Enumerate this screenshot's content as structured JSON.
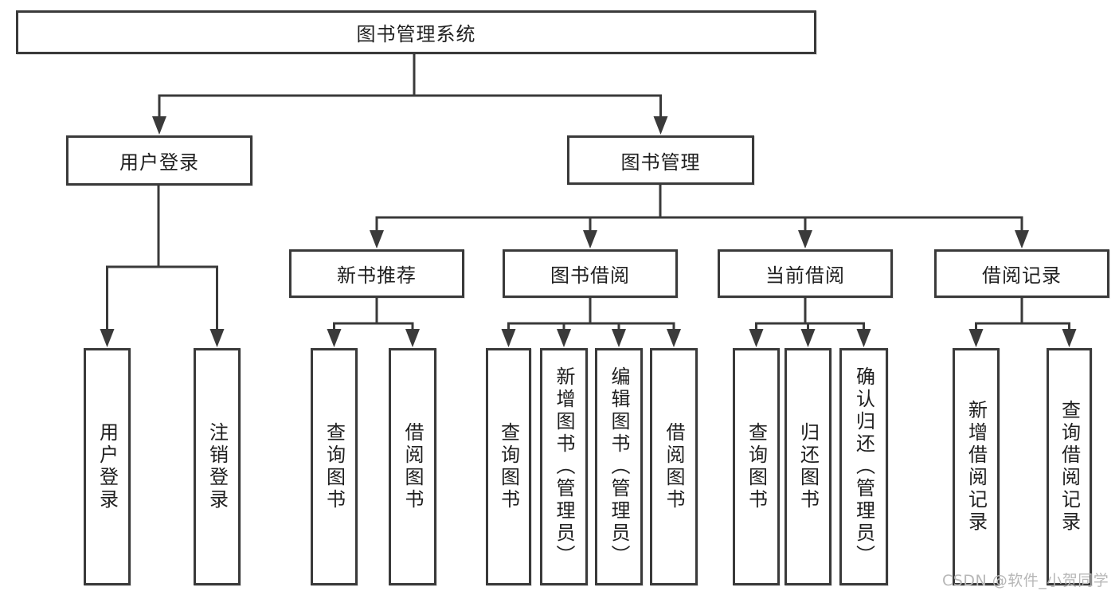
{
  "diagram_title": "图书管理系统",
  "nodes": [
    {
      "id": "system",
      "label": "图书管理系统",
      "level": 1,
      "orientation": "h"
    },
    {
      "id": "login-group",
      "label": "用户登录",
      "level": 2,
      "orientation": "h"
    },
    {
      "id": "book-management",
      "label": "图书管理",
      "level": 2,
      "orientation": "h"
    },
    {
      "id": "new-book-rec",
      "label": "新书推荐",
      "level": 3,
      "orientation": "h"
    },
    {
      "id": "book-borrowing",
      "label": "图书借阅",
      "level": 3,
      "orientation": "h"
    },
    {
      "id": "current-borrowing",
      "label": "当前借阅",
      "level": 3,
      "orientation": "h"
    },
    {
      "id": "borrowing-records",
      "label": "借阅记录",
      "level": 3,
      "orientation": "h"
    },
    {
      "id": "user-login",
      "label": "用户登录",
      "level": 4,
      "orientation": "v"
    },
    {
      "id": "logout",
      "label": "注销登录",
      "level": 4,
      "orientation": "v"
    },
    {
      "id": "nbr-query-books",
      "label": "查询图书",
      "level": 4,
      "orientation": "v"
    },
    {
      "id": "nbr-borrow-books",
      "label": "借阅图书",
      "level": 4,
      "orientation": "v"
    },
    {
      "id": "bb-query-books",
      "label": "查询图书",
      "level": 4,
      "orientation": "v"
    },
    {
      "id": "bb-add-books-admin",
      "label": "新增图书（管理员）",
      "level": 4,
      "orientation": "v"
    },
    {
      "id": "bb-edit-books-admin",
      "label": "编辑图书（管理员）",
      "level": 4,
      "orientation": "v"
    },
    {
      "id": "bb-borrow-books",
      "label": "借阅图书",
      "level": 4,
      "orientation": "v"
    },
    {
      "id": "cb-query-books",
      "label": "查询图书",
      "level": 4,
      "orientation": "v"
    },
    {
      "id": "cb-return-books",
      "label": "归还图书",
      "level": 4,
      "orientation": "v"
    },
    {
      "id": "cb-confirm-return-admin",
      "label": "确认归还（管理员）",
      "level": 4,
      "orientation": "v"
    },
    {
      "id": "br-add-record",
      "label": "新增借阅记录",
      "level": 4,
      "orientation": "v"
    },
    {
      "id": "br-query-record",
      "label": "查询借阅记录",
      "level": 4,
      "orientation": "v"
    }
  ],
  "edges": [
    {
      "from": "system",
      "to": [
        "login-group",
        "book-management"
      ]
    },
    {
      "from": "login-group",
      "to": [
        "user-login",
        "logout"
      ]
    },
    {
      "from": "book-management",
      "to": [
        "new-book-rec",
        "book-borrowing",
        "current-borrowing",
        "borrowing-records"
      ]
    },
    {
      "from": "new-book-rec",
      "to": [
        "nbr-query-books",
        "nbr-borrow-books"
      ]
    },
    {
      "from": "book-borrowing",
      "to": [
        "bb-query-books",
        "bb-add-books-admin",
        "bb-edit-books-admin",
        "bb-borrow-books"
      ]
    },
    {
      "from": "current-borrowing",
      "to": [
        "cb-query-books",
        "cb-return-books",
        "cb-confirm-return-admin"
      ]
    },
    {
      "from": "borrowing-records",
      "to": [
        "br-add-record",
        "br-query-record"
      ]
    }
  ],
  "watermark": {
    "text": "CSDN @软件_小贺同学"
  },
  "colors": {
    "line": "#3a3a3a",
    "box_border": "#3a3a3a",
    "text": "#1f1f1f",
    "watermark": "#b7b7b7",
    "background": "#ffffff"
  }
}
